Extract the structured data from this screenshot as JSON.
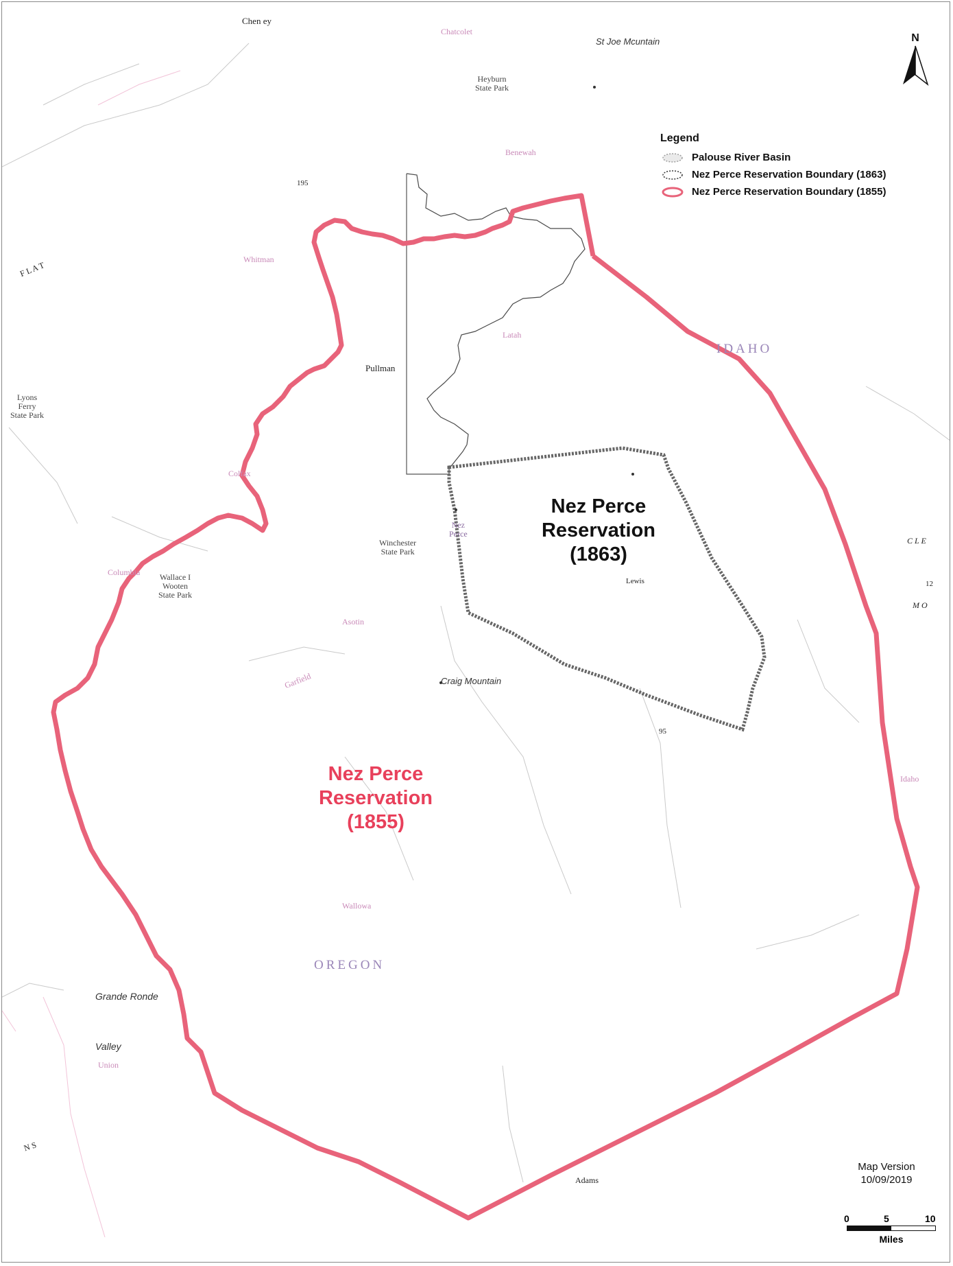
{
  "legend": {
    "title": "Legend",
    "items": [
      {
        "label": "Palouse River Basin",
        "color": "#9e9e9e"
      },
      {
        "label": "Nez Perce Reservation Boundary (1863)",
        "color": "#333333"
      },
      {
        "label": "Nez Perce Reservation Boundary (1855)",
        "color": "#e8637a"
      }
    ]
  },
  "north_arrow": {
    "label": "N"
  },
  "map_version": {
    "line1": "Map Version",
    "line2": "10/09/2019"
  },
  "scale_bar": {
    "ticks": [
      "0",
      "5",
      "10"
    ],
    "unit": "Miles"
  },
  "reservation_labels": {
    "r1863": {
      "line1": "Nez Perce",
      "line2": "Reservation",
      "line3": "(1863)"
    },
    "r1855": {
      "line1": "Nez Perce",
      "line2": "Reservation",
      "line3": "(1855)"
    }
  },
  "places": {
    "cheney": "Chen ey",
    "st_joe": "St Joe Mcuntain",
    "heyburn": "Heyburn\nState Park",
    "hwy195": "195",
    "pullman": "Pullman",
    "lyons_ferry": "Lyons\nFerry\nState Park",
    "colfax": "Colfax",
    "winchester": "Winchester\nState Park",
    "idaho": "IDAHO",
    "oregon": "OREGON",
    "craig_mountain": "Craig Mountain",
    "grande_ronde": "Grande Ronde",
    "valley": "Valley",
    "adams": "Adams",
    "hwy95": "95",
    "hwy12": "12",
    "wallace": "Wallace I\nWooten\nState Park",
    "nez_perce_town": "Nez\nPerce",
    "lewis": "Lewis",
    "columbia": "Columbia",
    "clearwater_partial": "C  L  E",
    "mo_partial": "M  O",
    "flat_partial": "F L A T",
    "ns_partial": "N  S",
    "asotin": "Asotin",
    "latah": "Latah",
    "benewah": "Benewah",
    "whitman": "Whitman",
    "garfield": "Garfield",
    "idaho_county": "Idaho",
    "chatcolet": "Chatcolet",
    "union": "Union",
    "wallowa": "Wallowa"
  }
}
